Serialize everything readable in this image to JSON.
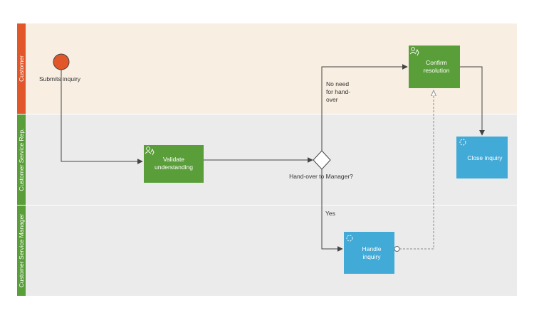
{
  "lanes": [
    {
      "label": "Customer",
      "color": "#e2572a",
      "bg": "#f8efe2"
    },
    {
      "label": "Customer Service Rep.",
      "color": "#5a9e3a",
      "bg": "#ebebeb"
    },
    {
      "label": "Customer Service Manager",
      "color": "#5a9e3a",
      "bg": "#ebebeb"
    }
  ],
  "events": {
    "start": {
      "label": "Submits inquiry",
      "color": "#e2572a"
    }
  },
  "tasks": {
    "validate": {
      "label_line1": "Validate",
      "label_line2": "understanding",
      "type": "user-task",
      "icon": "user-task-icon",
      "color": "#5a9e3a"
    },
    "confirm": {
      "label_line1": "Confirm",
      "label_line2": "resolution",
      "type": "user-task",
      "icon": "user-task-icon",
      "color": "#5a9e3a"
    },
    "close": {
      "label_line1": "Close inquiry",
      "label_line2": "",
      "type": "service-task",
      "icon": "refresh-icon",
      "color": "#42aad7"
    },
    "handle": {
      "label_line1": "Handle",
      "label_line2": "inquiry",
      "type": "service-task",
      "icon": "refresh-icon",
      "color": "#42aad7"
    }
  },
  "gateway": {
    "label": "Hand-over to Manager?"
  },
  "flows": {
    "no_label_line1": "No need",
    "no_label_line2": "for hand-",
    "no_label_line3": "over",
    "yes_label": "Yes"
  },
  "colors": {
    "line": "#444444",
    "dashed": "#888888",
    "task_text": "#ffffff"
  }
}
